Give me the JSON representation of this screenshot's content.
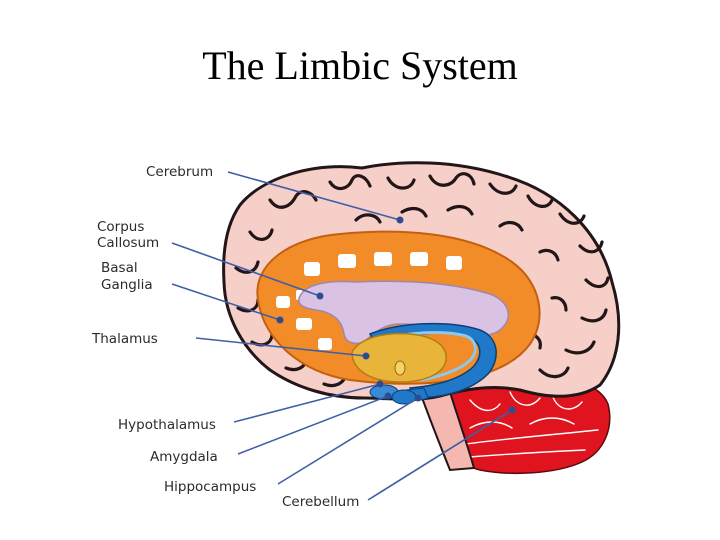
{
  "title": "The Limbic System",
  "labels": {
    "cerebrum": "Cerebrum",
    "corpus_callosum_line1": "Corpus",
    "corpus_callosum_line2": "Callosum",
    "basal_ganglia_line1": "Basal",
    "basal_ganglia_line2": "Ganglia",
    "thalamus": "Thalamus",
    "hypothalamus": "Hypothalamus",
    "amygdala": "Amygdala",
    "hippocampus": "Hippocampus",
    "cerebellum": "Cerebellum"
  },
  "colors": {
    "cerebrum": "#f7cfc9",
    "basal_ganglia": "#f28c28",
    "corpus_callosum": "#d9c2e3",
    "thalamus": "#e9b43a",
    "hippocampus": "#1f78c8",
    "cerebellum": "#e0141e",
    "leader_line": "#3f5fa5"
  }
}
